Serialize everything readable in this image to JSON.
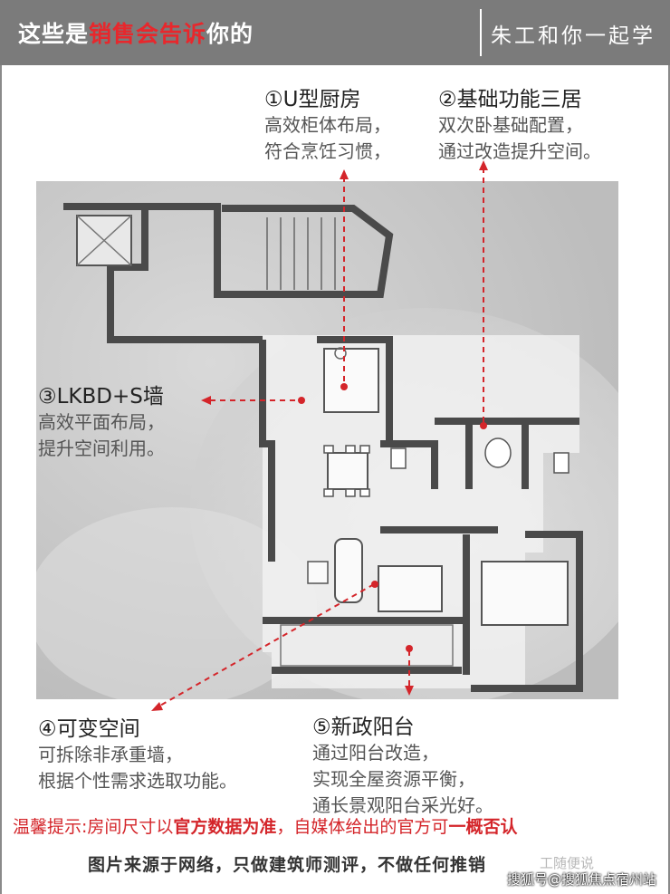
{
  "header": {
    "title_prefix": "这些是",
    "title_highlight": "销售会告诉",
    "title_suffix": "你的",
    "brand": "朱工和你一起学"
  },
  "callouts": {
    "c1": {
      "title": "①U型厨房",
      "lines": [
        "高效柜体布局，",
        "符合烹饪习惯，"
      ]
    },
    "c2": {
      "title": "②基础功能三居",
      "lines": [
        "双次卧基础配置，",
        "通过改造提升空间。"
      ]
    },
    "c3": {
      "title": "③LKBD+S墙",
      "lines": [
        "高效平面布局，",
        "提升空间利用。"
      ]
    },
    "c4": {
      "title": "④可变空间",
      "lines": [
        "可拆除非承重墙，",
        "根据个性需求选取功能。"
      ]
    },
    "c5": {
      "title": "⑤新政阳台",
      "lines": [
        "通过阳台改造，",
        "实现全屋资源平衡，",
        "通长景观阳台采光好。"
      ]
    }
  },
  "footer": {
    "warning_a": "温馨提示:房间尺寸以",
    "warning_b": "官方数据为准",
    "warning_c": "，自媒体给出的官方可",
    "warning_d": "一概否认",
    "source": "图片来源于网络，只做建筑师测评，不做任何推销",
    "faint_mark": "工随便说",
    "watermark": "搜狐号@搜狐焦点宿州站"
  },
  "colors": {
    "header_bg": "#7b7b7b",
    "accent_red": "#e8272c",
    "marker_red": "#d4252a"
  }
}
